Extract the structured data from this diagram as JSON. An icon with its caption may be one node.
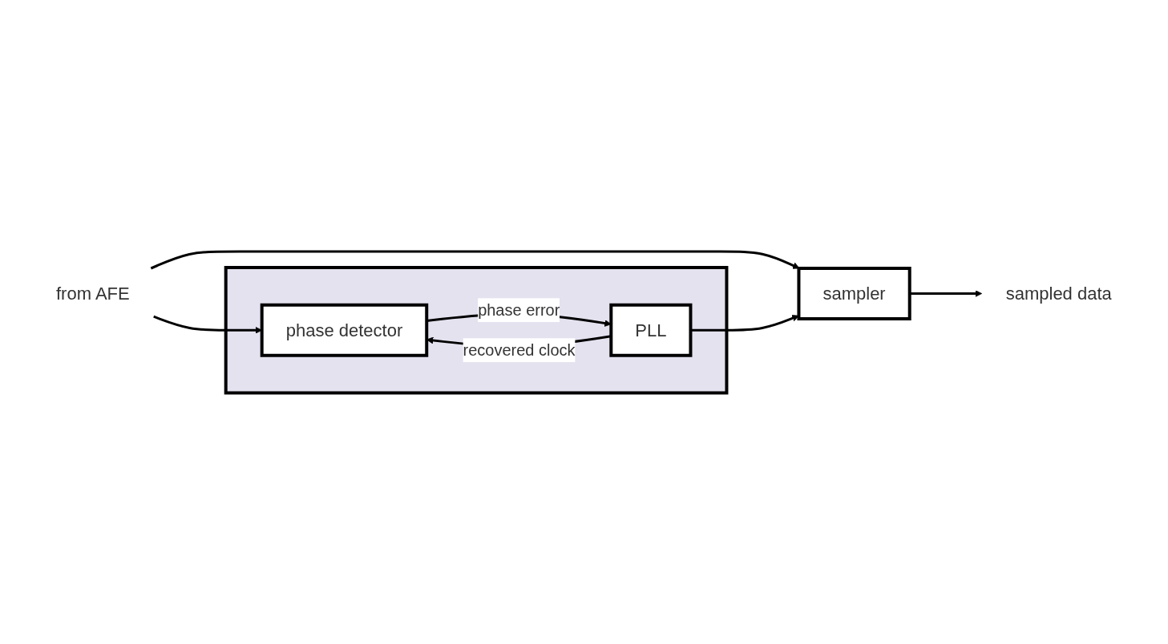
{
  "diagram": {
    "nodes": [
      {
        "text": [],
        "shape": "box"
      },
      {
        "text": [
          "from AFE"
        ]
      },
      {
        "text": [
          "phase detector"
        ],
        "in": 0
      },
      {
        "text": [
          "PLL"
        ],
        "in": 0
      },
      {
        "text": [
          "sampler"
        ]
      },
      {
        "text": [
          "sampled data"
        ]
      }
    ],
    "edges": [
      {
        "from": 1,
        "to": 2,
        "arrow": "to"
      },
      {
        "from": 1,
        "to": 4,
        "arrow": "to"
      },
      {
        "from": 2,
        "to": 3,
        "label": "phase error",
        "arrow": "to"
      },
      {
        "from": 3,
        "to": 2,
        "label": "recovered clock",
        "arrow": "to"
      },
      {
        "from": 3,
        "to": 4,
        "arrow": "to"
      },
      {
        "from": 4,
        "to": 5,
        "arrow": "to"
      }
    ]
  }
}
